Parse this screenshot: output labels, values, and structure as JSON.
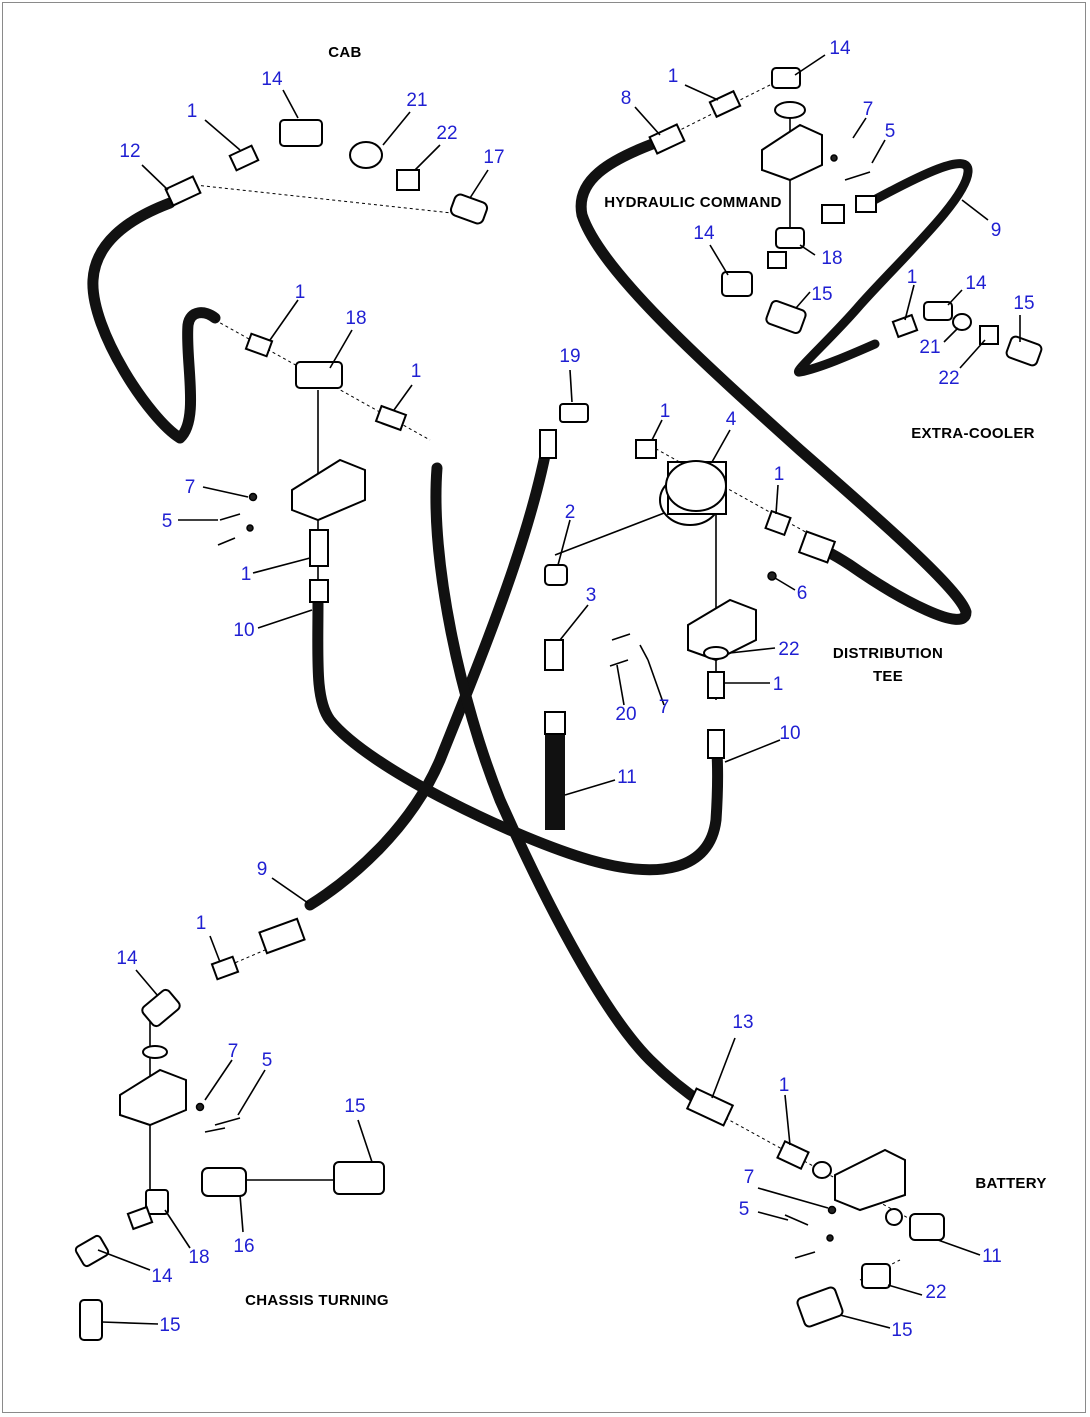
{
  "section_labels": {
    "cab": "CAB",
    "hydraulic_command": "HYDRAULIC COMMAND",
    "extra_cooler": "EXTRA-COOLER",
    "distribution_tee_line1": "DISTRIBUTION",
    "distribution_tee_line2": "TEE",
    "battery": "BATTERY",
    "chassis_turning": "CHASSIS TURNING"
  },
  "callouts": [
    "1",
    "14",
    "21",
    "22",
    "17",
    "12",
    "1",
    "14",
    "7",
    "5",
    "8",
    "9",
    "18",
    "14",
    "15",
    "1",
    "14",
    "21",
    "22",
    "15",
    "1",
    "18",
    "1",
    "7",
    "5",
    "1",
    "10",
    "19",
    "1",
    "4",
    "1",
    "2",
    "3",
    "6",
    "22",
    "20",
    "7",
    "1",
    "10",
    "11",
    "9",
    "1",
    "14",
    "7",
    "5",
    "15",
    "16",
    "18",
    "14",
    "15",
    "13",
    "1",
    "7",
    "5",
    "11",
    "22",
    "15"
  ],
  "colors": {
    "callout": "#1f1fd2",
    "line": "#000000",
    "frame": "#8a8a8a"
  }
}
